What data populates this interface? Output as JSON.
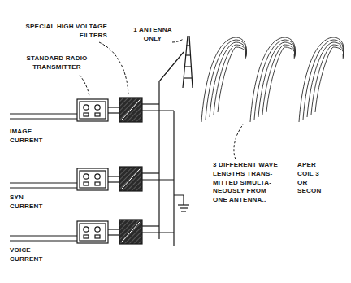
{
  "diagram": {
    "labels": [
      "SPECIAL HIGH VOLTAGE FILTERS",
      "STANDARD RADIO TRANSMITTER",
      "1 ANTENNA ONLY",
      "IMAGE CURRENT",
      "SYN CURRENT",
      "VOICE CURRENT",
      "3 DIFFERENT WAVE LENGTHS TRANS- MITTED SIMULTA- NEOUSLY FROM ONE ANTENNA..",
      "APER COIL 3 OR SECON"
    ]
  }
}
